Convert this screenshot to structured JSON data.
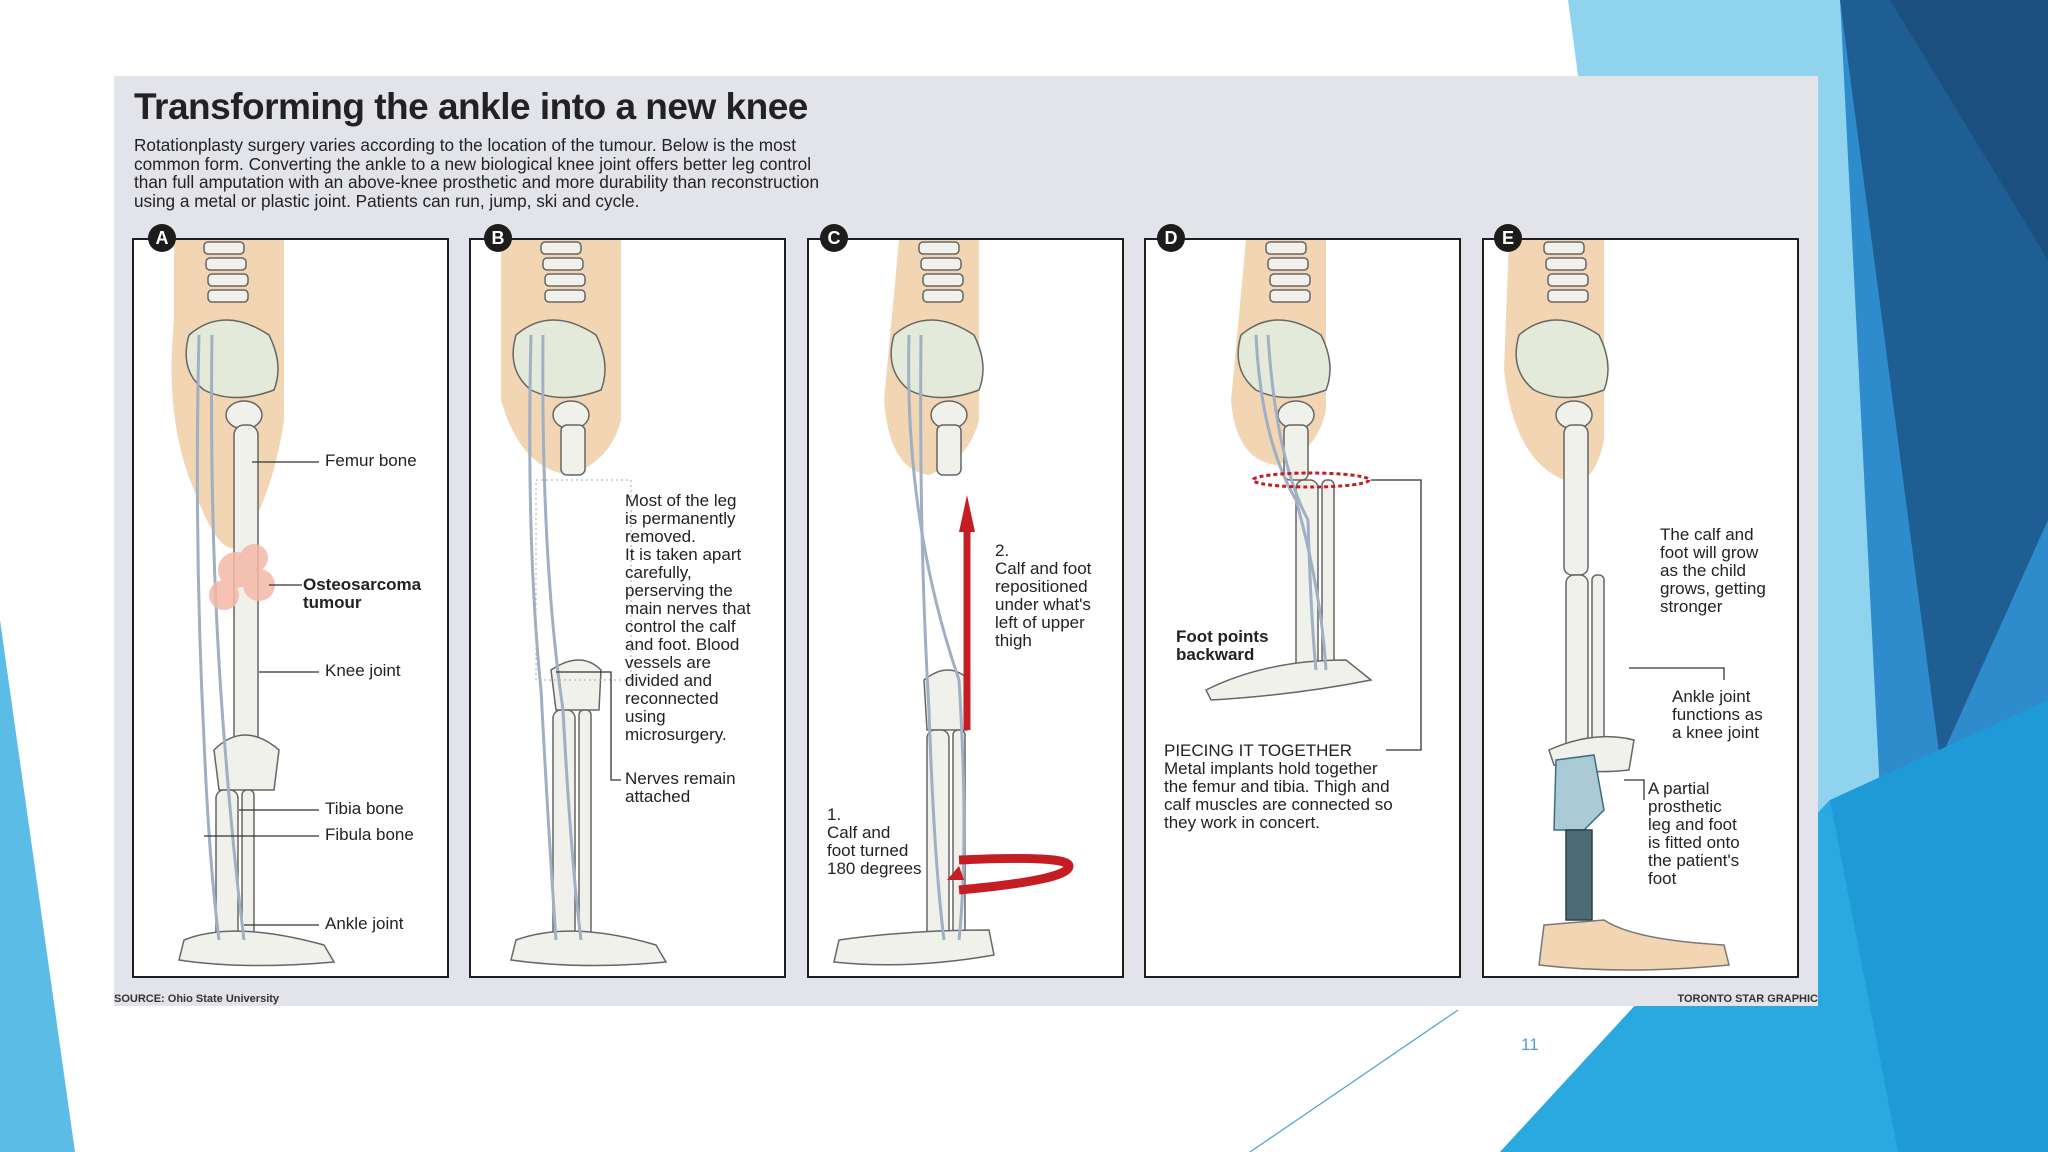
{
  "slide": {
    "number": "11",
    "colors": {
      "accent_light": "#8fd3ee",
      "accent_mid": "#2f96cf",
      "accent_dark": "#1e5f93"
    }
  },
  "infographic": {
    "title": "Transforming the ankle into a new knee",
    "intro_lines": [
      "Rotationplasty surgery varies according to the location of the tumour. Below is the most",
      "common form. Converting the ankle to a new biological knee joint offers better leg control",
      "than full amputation with an above-knee prosthetic and more durability than reconstruction",
      "using a metal or plastic joint. Patients can run, jump, ski and cycle."
    ],
    "source": "SOURCE: Ohio State University",
    "credit": "TORONTO STAR GRAPHIC",
    "panels": [
      {
        "letter": "A",
        "labels": {
          "femur": "Femur bone",
          "tumour": [
            "Osteosarcoma",
            "tumour"
          ],
          "knee": "Knee joint",
          "tibia": "Tibia bone",
          "fibula": "Fibula bone",
          "ankle": "Ankle joint"
        }
      },
      {
        "letter": "B",
        "removed_lines": [
          "Most of the leg",
          "is permanently",
          "removed.",
          "It is taken apart",
          "carefully,",
          "perserving the",
          "main nerves that",
          "control the calf",
          "and foot. Blood",
          "vessels are",
          "divided and",
          "reconnected",
          "using",
          "microsurgery."
        ],
        "nerves_lines": [
          "Nerves remain",
          "attached"
        ]
      },
      {
        "letter": "C",
        "step2_lines": [
          "2.",
          "Calf and foot",
          "repositioned",
          "under what's",
          "left of upper",
          "thigh"
        ],
        "step1_lines": [
          "1.",
          "Calf and",
          "foot turned",
          "180 degrees"
        ]
      },
      {
        "letter": "D",
        "foot_lines": [
          "Foot points",
          "backward"
        ],
        "piecing_title": "PIECING IT TOGETHER",
        "piecing_lines": [
          "Metal implants hold together",
          "the femur and tibia. Thigh and",
          "calf muscles are connected so",
          "they work in concert."
        ]
      },
      {
        "letter": "E",
        "grow_lines": [
          "The calf and",
          "foot will grow",
          "as the child",
          "grows, getting",
          "stronger"
        ],
        "ankle_lines": [
          "Ankle joint",
          "functions as",
          "a knee joint"
        ],
        "prosthetic_lines": [
          "A partial",
          "prosthetic",
          "leg and foot",
          "is fitted onto",
          "the patient's",
          "foot"
        ]
      }
    ]
  }
}
